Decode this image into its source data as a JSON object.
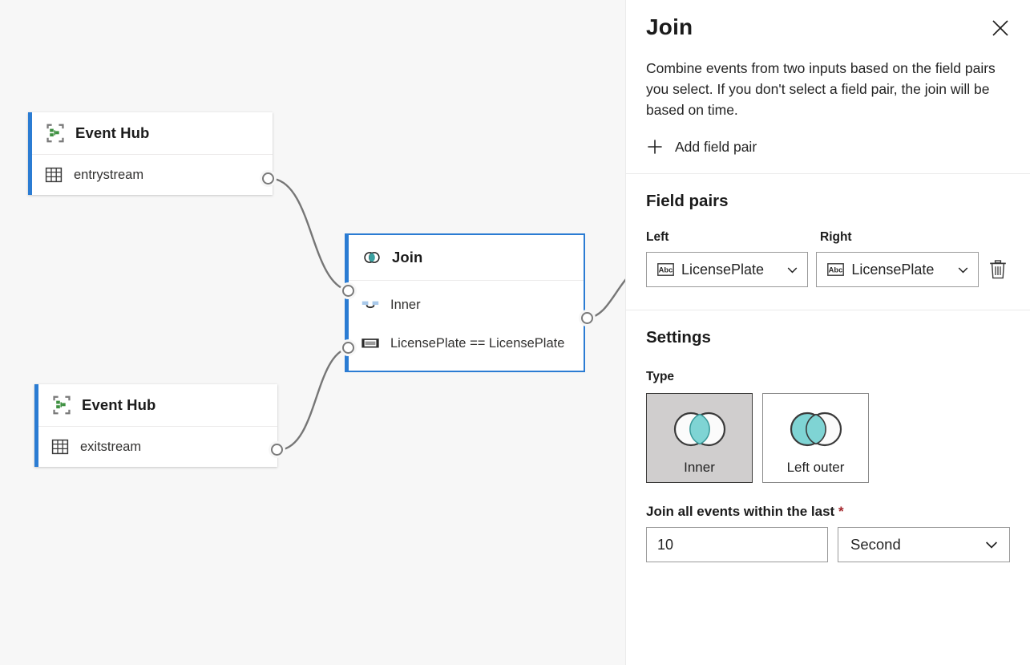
{
  "canvas": {
    "nodes": [
      {
        "id": "eventhub-entry",
        "icon": "event-hub-icon",
        "title": "Event Hub",
        "row_icon": "table-icon",
        "row_label": "entrystream"
      },
      {
        "id": "join",
        "icon": "venn-join-icon",
        "title": "Join",
        "rows": [
          {
            "icon": "join-type-icon",
            "label": "Inner"
          },
          {
            "icon": "condition-icon",
            "label": "LicensePlate == LicensePlate"
          }
        ]
      },
      {
        "id": "eventhub-exit",
        "icon": "event-hub-icon",
        "title": "Event Hub",
        "row_icon": "table-icon",
        "row_label": "exitstream"
      }
    ],
    "accent_color": "#2b7cd3",
    "background_color": "#f7f7f7",
    "edge_color": "#767676"
  },
  "panel": {
    "title": "Join",
    "close_icon": "close-icon",
    "description": "Combine events from two inputs based on the field pairs you select. If you don't select a field pair, the join will be based on time.",
    "add_field_pair": {
      "icon": "plus-icon",
      "label": "Add field pair"
    },
    "field_pairs": {
      "section_title": "Field pairs",
      "left_label": "Left",
      "right_label": "Right",
      "rows": [
        {
          "left_icon": "abc-string-icon",
          "left_value": "LicensePlate",
          "right_icon": "abc-string-icon",
          "right_value": "LicensePlate",
          "delete_icon": "trash-icon"
        }
      ]
    },
    "settings": {
      "section_title": "Settings",
      "type_label": "Type",
      "type_options": [
        {
          "label": "Inner",
          "icon": "venn-inner-icon",
          "selected": true
        },
        {
          "label": "Left outer",
          "icon": "venn-left-outer-icon",
          "selected": false
        }
      ],
      "window_label": "Join all events within the last",
      "required_marker": "*",
      "window_value": "10",
      "window_placeholder": "",
      "unit_value": "Second",
      "unit_chevron": "chevron-down-icon"
    },
    "colors": {
      "teal": "#7fd4d4",
      "required_red": "#a4262c",
      "selected_card_bg": "#d0cece"
    }
  }
}
